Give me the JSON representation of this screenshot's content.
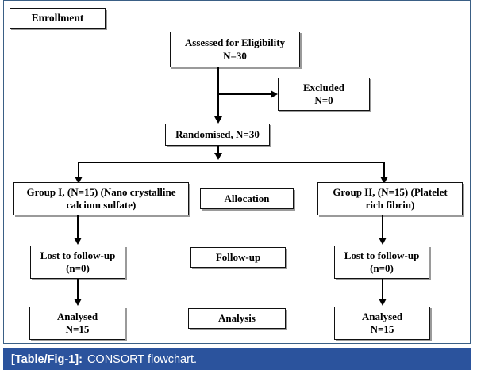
{
  "figure": {
    "caption_label": "[Table/Fig-1]:",
    "caption_text": "CONSORT flowchart.",
    "caption_bar_color": "#2b539d",
    "frame_color": "#3a5f85",
    "box_border_color": "#111111",
    "box_shadow_color": "#9a9a9a"
  },
  "stage_labels": {
    "enrollment": "Enrollment",
    "allocation": "Allocation",
    "followup": "Follow-up",
    "analysis": "Analysis"
  },
  "nodes": {
    "assessed": {
      "line1": "Assessed for Eligibility",
      "line2": "N=30"
    },
    "excluded": {
      "line1": "Excluded",
      "line2": "N=0"
    },
    "randomised": {
      "line1": "Randomised, N=30"
    },
    "group1": {
      "line1": "Group I, (N=15) (Nano crystalline",
      "line2": "calcium sulfate)"
    },
    "group2": {
      "line1": "Group II, (N=15) (Platelet",
      "line2": "rich fibrin)"
    },
    "lost_left": {
      "line1": "Lost to follow-up",
      "line2": "(n=0)"
    },
    "lost_right": {
      "line1": "Lost to follow-up",
      "line2": "(n=0)"
    },
    "analysed_left": {
      "line1": "Analysed",
      "line2": "N=15"
    },
    "analysed_right": {
      "line1": "Analysed",
      "line2": "N=15"
    }
  }
}
